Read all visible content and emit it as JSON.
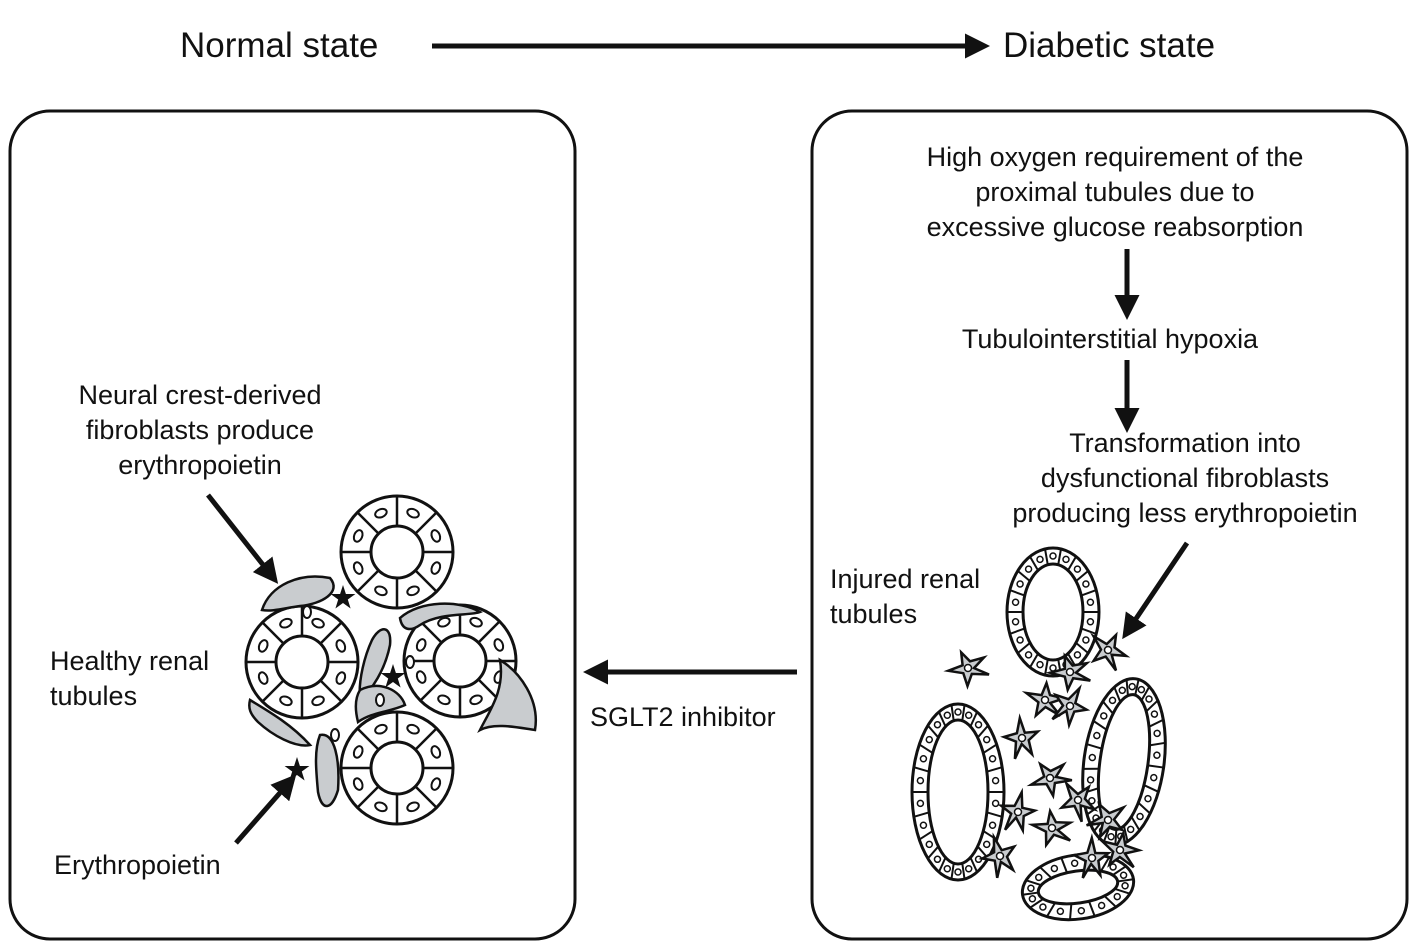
{
  "header": {
    "normal_state": "Normal state",
    "diabetic_state": "Diabetic state"
  },
  "left_panel": {
    "fibroblast_label": [
      "Neural crest-derived",
      "fibroblasts produce",
      "erythropoietin"
    ],
    "healthy_label": [
      "Healthy renal",
      "tubules"
    ],
    "erythropoietin_label": "Erythropoietin"
  },
  "middle": {
    "sglt2_label": "SGLT2 inhibitor"
  },
  "right_panel": {
    "step1": [
      "High oxygen requirement  of the",
      "proximal tubules due to",
      "excessive glucose reabsorption"
    ],
    "step2": "Tubulointerstitial hypoxia",
    "step3": [
      "Transformation into",
      "dysfunctional fibroblasts",
      "producing less erythropoietin"
    ],
    "injured_label": [
      "Injured renal",
      "tubules"
    ]
  },
  "colors": {
    "fibroblast_fill": "#c9cccf",
    "stroke": "#111111"
  }
}
